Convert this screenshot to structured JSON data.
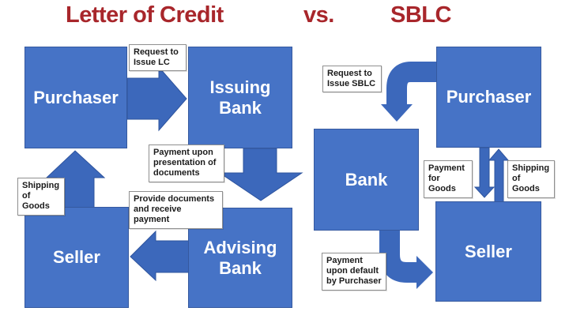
{
  "title": {
    "left": "Letter of Credit",
    "vs": "vs.",
    "right": "SBLC"
  },
  "colors": {
    "title_red": "#a8262b",
    "box_blue": "#4673c6",
    "box_border_blue": "#35599f",
    "arrow_blue": "#3c68bb",
    "note_bg": "#ffffff",
    "note_border": "#8f8f8f",
    "box_text": "#ffffff",
    "note_text": "#1b1b1b"
  },
  "lc": {
    "purchaser": "Purchaser",
    "issuing_bank": "Issuing Bank",
    "seller": "Seller",
    "advising_bank": "Advising Bank",
    "request_label": "Request to Issue LC",
    "payment_label": "Payment upon presentation of documents",
    "provide_label": "Provide documents and receive payment",
    "shipping_label": "Shipping of Goods",
    "flows": [
      {
        "from": "Purchaser",
        "to": "Issuing Bank",
        "label": "Request to Issue LC",
        "direction": "right"
      },
      {
        "from": "Issuing Bank",
        "to": "Advising Bank",
        "label": "Payment upon presentation of documents",
        "direction": "down"
      },
      {
        "from": "Advising Bank",
        "to": "Seller",
        "label": "Provide documents and receive payment",
        "direction": "left"
      },
      {
        "from": "Seller",
        "to": "Purchaser",
        "label": "Shipping of Goods",
        "direction": "up"
      }
    ]
  },
  "sblc": {
    "purchaser": "Purchaser",
    "bank": "Bank",
    "seller": "Seller",
    "request_label": "Request to Issue SBLC",
    "payment_goods_label": "Payment for Goods",
    "shipping_label": "Shipping of Goods",
    "payment_default_label": "Payment upon default by Purchaser",
    "flows": [
      {
        "from": "Purchaser",
        "to": "Bank",
        "label": "Request to Issue SBLC",
        "direction": "elbow-down"
      },
      {
        "from": "Purchaser",
        "to": "Seller",
        "label": "Payment for Goods",
        "direction": "down"
      },
      {
        "from": "Seller",
        "to": "Purchaser",
        "label": "Shipping of Goods",
        "direction": "up"
      },
      {
        "from": "Bank",
        "to": "Seller",
        "label": "Payment upon default by Purchaser",
        "direction": "elbow-right"
      }
    ]
  }
}
